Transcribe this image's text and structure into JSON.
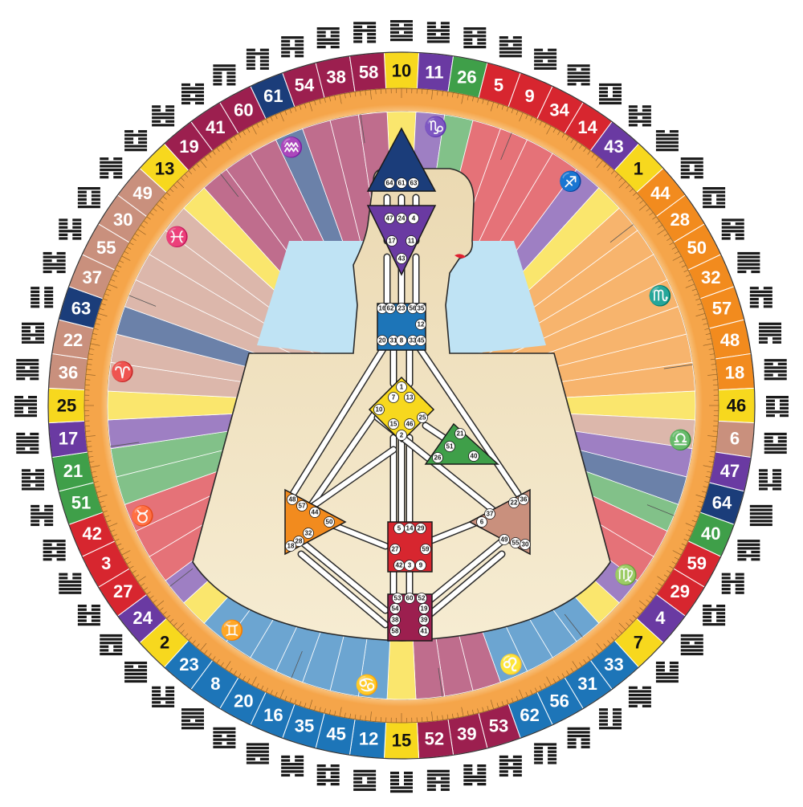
{
  "wheel": {
    "gates": [
      {
        "label": "10",
        "color": "#f7d81e",
        "text": "#111111"
      },
      {
        "label": "11",
        "color": "#6a3aa2",
        "text": "#ffffff"
      },
      {
        "label": "26",
        "color": "#3f9f49",
        "text": "#ffffff"
      },
      {
        "label": "5",
        "color": "#d7262f",
        "text": "#ffffff"
      },
      {
        "label": "9",
        "color": "#d7262f",
        "text": "#ffffff"
      },
      {
        "label": "34",
        "color": "#d7262f",
        "text": "#ffffff"
      },
      {
        "label": "14",
        "color": "#d7262f",
        "text": "#ffffff"
      },
      {
        "label": "43",
        "color": "#6a3aa2",
        "text": "#ffffff"
      },
      {
        "label": "1",
        "color": "#f7d81e",
        "text": "#111111"
      },
      {
        "label": "44",
        "color": "#f28b1e",
        "text": "#ffffff"
      },
      {
        "label": "28",
        "color": "#f28b1e",
        "text": "#ffffff"
      },
      {
        "label": "50",
        "color": "#f28b1e",
        "text": "#ffffff"
      },
      {
        "label": "32",
        "color": "#f28b1e",
        "text": "#ffffff"
      },
      {
        "label": "57",
        "color": "#f28b1e",
        "text": "#ffffff"
      },
      {
        "label": "48",
        "color": "#f28b1e",
        "text": "#ffffff"
      },
      {
        "label": "18",
        "color": "#f28b1e",
        "text": "#ffffff"
      },
      {
        "label": "46",
        "color": "#f7d81e",
        "text": "#111111"
      },
      {
        "label": "6",
        "color": "#c9907d",
        "text": "#ffffff"
      },
      {
        "label": "47",
        "color": "#6a3aa2",
        "text": "#ffffff"
      },
      {
        "label": "64",
        "color": "#1b3d7a",
        "text": "#ffffff"
      },
      {
        "label": "40",
        "color": "#3f9f49",
        "text": "#ffffff"
      },
      {
        "label": "59",
        "color": "#d7262f",
        "text": "#ffffff"
      },
      {
        "label": "29",
        "color": "#d7262f",
        "text": "#ffffff"
      },
      {
        "label": "4",
        "color": "#6a3aa2",
        "text": "#ffffff"
      },
      {
        "label": "7",
        "color": "#f7d81e",
        "text": "#111111"
      },
      {
        "label": "33",
        "color": "#1d75b8",
        "text": "#ffffff"
      },
      {
        "label": "31",
        "color": "#1d75b8",
        "text": "#ffffff"
      },
      {
        "label": "56",
        "color": "#1d75b8",
        "text": "#ffffff"
      },
      {
        "label": "62",
        "color": "#1d75b8",
        "text": "#ffffff"
      },
      {
        "label": "53",
        "color": "#9c1f4f",
        "text": "#ffffff"
      },
      {
        "label": "39",
        "color": "#9c1f4f",
        "text": "#ffffff"
      },
      {
        "label": "52",
        "color": "#9c1f4f",
        "text": "#ffffff"
      },
      {
        "label": "15",
        "color": "#f7d81e",
        "text": "#111111"
      },
      {
        "label": "12",
        "color": "#1d75b8",
        "text": "#ffffff"
      },
      {
        "label": "45",
        "color": "#1d75b8",
        "text": "#ffffff"
      },
      {
        "label": "35",
        "color": "#1d75b8",
        "text": "#ffffff"
      },
      {
        "label": "16",
        "color": "#1d75b8",
        "text": "#ffffff"
      },
      {
        "label": "20",
        "color": "#1d75b8",
        "text": "#ffffff"
      },
      {
        "label": "8",
        "color": "#1d75b8",
        "text": "#ffffff"
      },
      {
        "label": "23",
        "color": "#1d75b8",
        "text": "#ffffff"
      },
      {
        "label": "2",
        "color": "#f7d81e",
        "text": "#111111"
      },
      {
        "label": "24",
        "color": "#6a3aa2",
        "text": "#ffffff"
      },
      {
        "label": "27",
        "color": "#d7262f",
        "text": "#ffffff"
      },
      {
        "label": "3",
        "color": "#d7262f",
        "text": "#ffffff"
      },
      {
        "label": "42",
        "color": "#d7262f",
        "text": "#ffffff"
      },
      {
        "label": "51",
        "color": "#3f9f49",
        "text": "#ffffff"
      },
      {
        "label": "21",
        "color": "#3f9f49",
        "text": "#ffffff"
      },
      {
        "label": "17",
        "color": "#6a3aa2",
        "text": "#ffffff"
      },
      {
        "label": "25",
        "color": "#f7d81e",
        "text": "#111111"
      },
      {
        "label": "36",
        "color": "#c9907d",
        "text": "#ffffff"
      },
      {
        "label": "22",
        "color": "#c9907d",
        "text": "#ffffff"
      },
      {
        "label": "63",
        "color": "#1b3d7a",
        "text": "#ffffff"
      },
      {
        "label": "37",
        "color": "#c9907d",
        "text": "#ffffff"
      },
      {
        "label": "55",
        "color": "#c9907d",
        "text": "#ffffff"
      },
      {
        "label": "30",
        "color": "#c9907d",
        "text": "#ffffff"
      },
      {
        "label": "49",
        "color": "#c9907d",
        "text": "#ffffff"
      },
      {
        "label": "13",
        "color": "#f7d81e",
        "text": "#111111"
      },
      {
        "label": "19",
        "color": "#9c1f4f",
        "text": "#ffffff"
      },
      {
        "label": "41",
        "color": "#9c1f4f",
        "text": "#ffffff"
      },
      {
        "label": "60",
        "color": "#9c1f4f",
        "text": "#ffffff"
      },
      {
        "label": "61",
        "color": "#1b3d7a",
        "text": "#ffffff"
      },
      {
        "label": "54",
        "color": "#9c1f4f",
        "text": "#ffffff"
      },
      {
        "label": "38",
        "color": "#9c1f4f",
        "text": "#ffffff"
      },
      {
        "label": "58",
        "color": "#9c1f4f",
        "text": "#ffffff"
      }
    ],
    "zodiac": [
      {
        "glyph": "♑",
        "name": "capricorn"
      },
      {
        "glyph": "♐",
        "name": "sagittarius"
      },
      {
        "glyph": "♏",
        "name": "scorpio"
      },
      {
        "glyph": "♎",
        "name": "libra"
      },
      {
        "glyph": "♍",
        "name": "virgo"
      },
      {
        "glyph": "♌",
        "name": "leo"
      },
      {
        "glyph": "♋",
        "name": "cancer"
      },
      {
        "glyph": "♊",
        "name": "gemini"
      },
      {
        "glyph": "♉",
        "name": "taurus"
      },
      {
        "glyph": "♈",
        "name": "aries"
      },
      {
        "glyph": "♓",
        "name": "pisces"
      },
      {
        "glyph": "♒",
        "name": "aquarius"
      }
    ]
  },
  "bodygraph": {
    "head": {
      "color": "#1b3d7a",
      "gates": [
        "64",
        "61",
        "63"
      ]
    },
    "ajna": {
      "color": "#6a3aa2",
      "gates": [
        "47",
        "24",
        "4",
        "17",
        "11",
        "43"
      ]
    },
    "throat": {
      "color": "#1d75b8",
      "gates": [
        "16",
        "62",
        "23",
        "56",
        "35",
        "12",
        "20",
        "31",
        "8",
        "33",
        "45"
      ]
    },
    "g_center": {
      "color": "#f7d81e",
      "gates": [
        "1",
        "7",
        "13",
        "10",
        "25",
        "15",
        "46",
        "2"
      ]
    },
    "ego": {
      "color": "#3f9f49",
      "gates": [
        "21",
        "51",
        "26",
        "40"
      ]
    },
    "spleen": {
      "color": "#f28b1e",
      "gates": [
        "48",
        "57",
        "44",
        "50",
        "32",
        "28",
        "18"
      ]
    },
    "sacral": {
      "color": "#d7262f",
      "gates": [
        "5",
        "14",
        "29",
        "27",
        "59",
        "42",
        "3",
        "9"
      ]
    },
    "solar_plexus": {
      "color": "#c9907d",
      "gates": [
        "22",
        "36",
        "37",
        "6",
        "49",
        "55",
        "30"
      ]
    },
    "root": {
      "color": "#9c1f4f",
      "gates": [
        "53",
        "60",
        "52",
        "54",
        "19",
        "38",
        "39",
        "58",
        "41"
      ]
    }
  }
}
